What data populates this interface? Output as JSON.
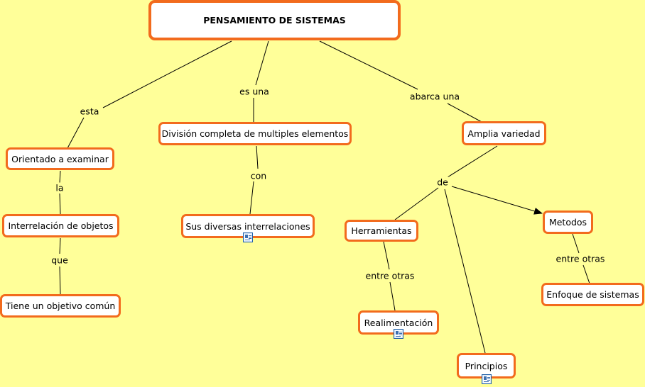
{
  "title": "PENSAMIENTO DE SISTEMAS",
  "nodes": {
    "orientado": "Orientado a examinar",
    "interrelacion": "Interrelación de objetos",
    "objetivo": "Tiene un objetivo común",
    "division": "División completa de multiples elementos",
    "diversas": "Sus diversas interrelaciones",
    "amplia": "Amplia variedad",
    "herramientas": "Herramientas",
    "realimentacion": "Realimentación",
    "principios": "Principios",
    "metodos": "Metodos",
    "enfoque": "Enfoque de sistemas"
  },
  "links": {
    "esta": "esta",
    "la": "la",
    "que": "que",
    "es_una": "es una",
    "con": "con",
    "abarca_una": "abarca una",
    "de": "de",
    "entre_otras_1": "entre otras",
    "entre_otras_2": "entre otras"
  },
  "colors": {
    "background": "#FFFF99",
    "node_border": "#F26B1D",
    "node_fill": "#FFFFFF",
    "line": "#000000"
  },
  "attached_resource_icon": "document-icon"
}
